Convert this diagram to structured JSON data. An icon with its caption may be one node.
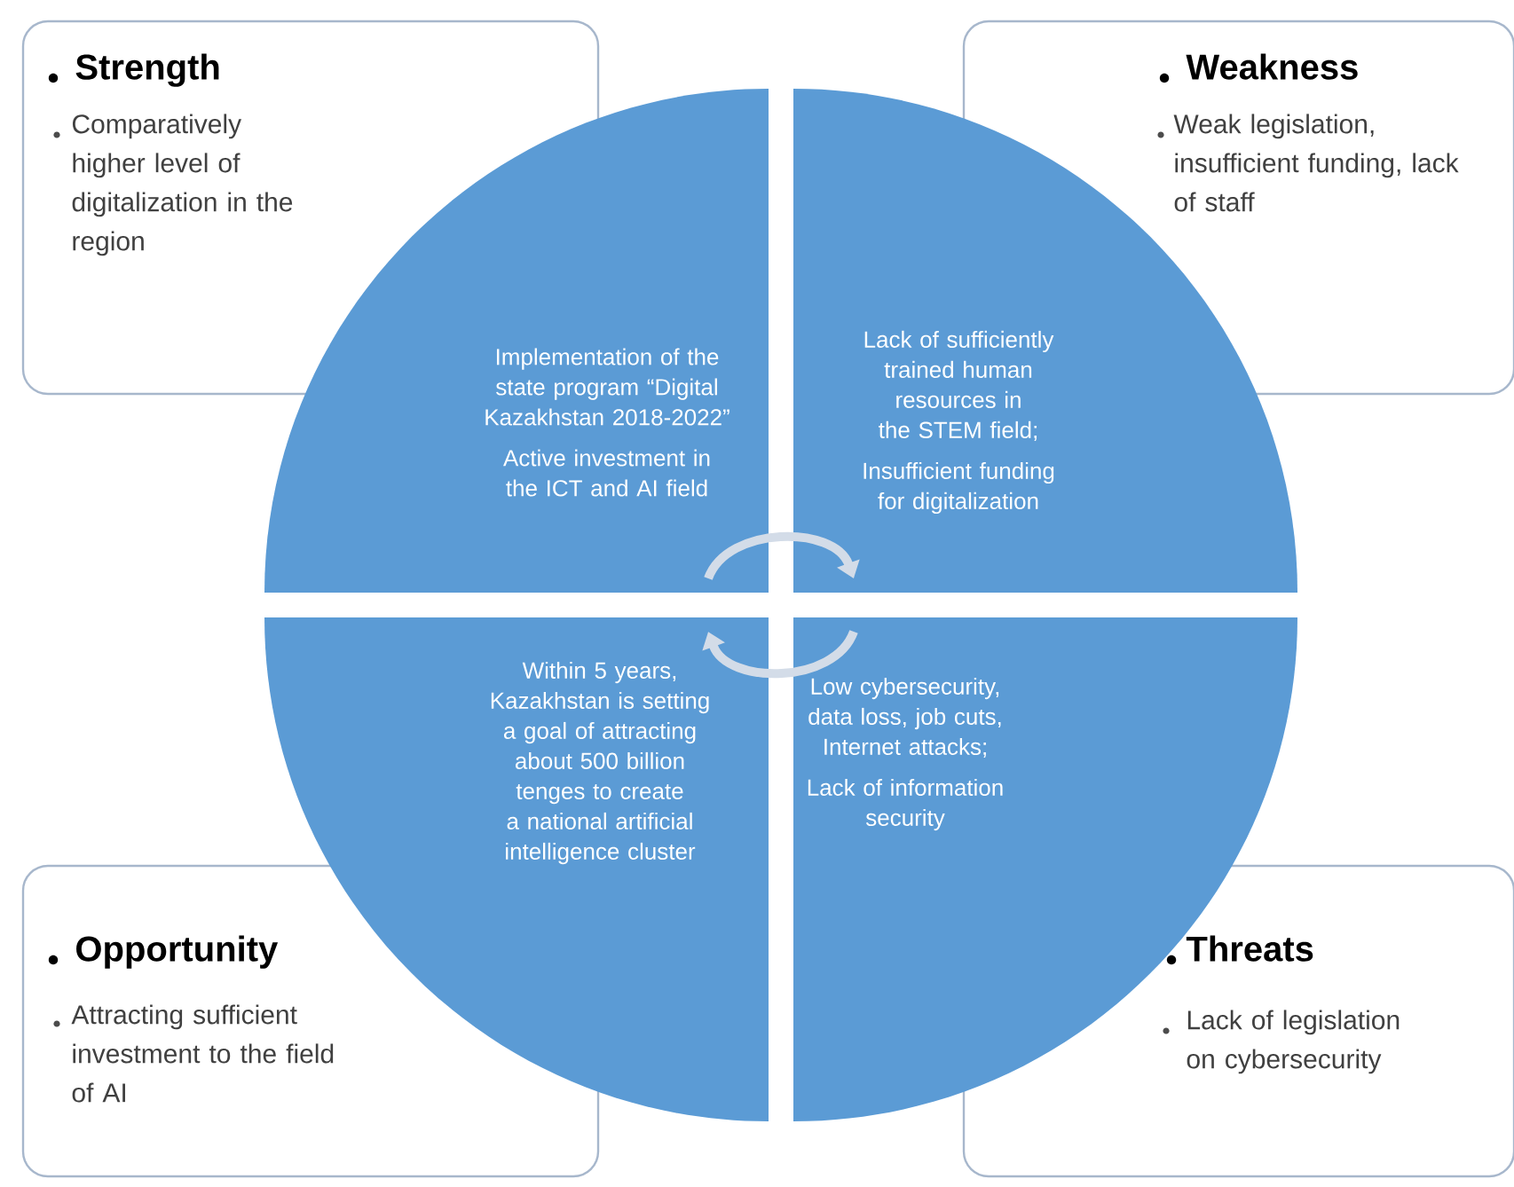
{
  "diagram": {
    "nodes": [
      {
        "text": [
          "Strength",
          "Comparatively higher level of digitalization in the region"
        ]
      },
      {
        "text": [
          "Weakness",
          "Weak legislation, insufficient funding, lack of staff"
        ]
      },
      {
        "text": [
          "Opportunity",
          "Attracting sufficient investment to the field of AI"
        ]
      },
      {
        "text": [
          "Threats",
          "Lack of legislation on cybersecurity"
        ]
      },
      {
        "text": [
          "Implementation of the state program “Digital Kazakhstan 2018-2022”",
          "Active investment in the ICT and AI field"
        ]
      },
      {
        "text": [
          "Lack of sufficiently trained human resources in the STEM field;",
          "Insufficient funding for digitalization"
        ]
      },
      {
        "text": [
          "Within 5 years, Kazakhstan is setting a goal of attracting about 500 billion tenges to create a national artificial intelligence cluster"
        ]
      },
      {
        "text": [
          "Low cybersecurity, data loss, job cuts, Internet attacks;",
          "Lack of information security"
        ]
      }
    ],
    "edges": [
      {
        "from": 4,
        "to": 5,
        "arrow": "to"
      },
      {
        "from": 7,
        "to": 6,
        "arrow": "to"
      }
    ]
  }
}
